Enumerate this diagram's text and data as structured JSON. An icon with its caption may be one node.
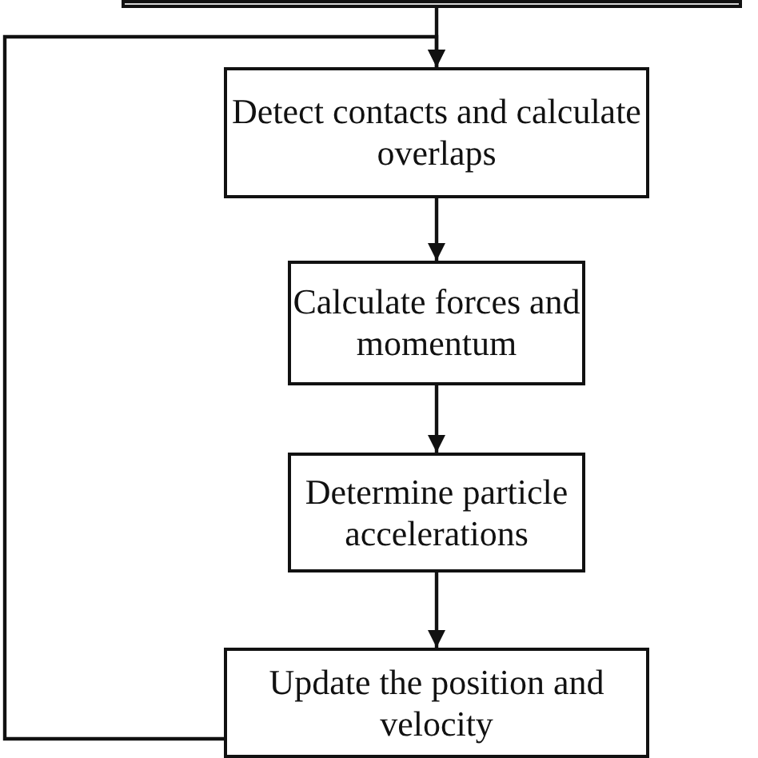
{
  "diagram": {
    "nodes": [
      {
        "text": [],
        "shape": "box"
      },
      {
        "text": [
          "Detect contacts and calculate overlaps"
        ]
      },
      {
        "text": [
          "Calculate forces and momentum"
        ]
      },
      {
        "text": [
          "Determine particle accelerations"
        ]
      },
      {
        "text": [
          "Update the position and velocity"
        ]
      }
    ],
    "edges": [
      {
        "from": 0,
        "to": 1,
        "arrow": "to"
      },
      {
        "from": 1,
        "to": 2,
        "arrow": "to"
      },
      {
        "from": 2,
        "to": 3,
        "arrow": "to"
      },
      {
        "from": 3,
        "to": 4,
        "arrow": "to"
      },
      {
        "from": 4,
        "to": 1,
        "arrow": "to"
      }
    ]
  }
}
